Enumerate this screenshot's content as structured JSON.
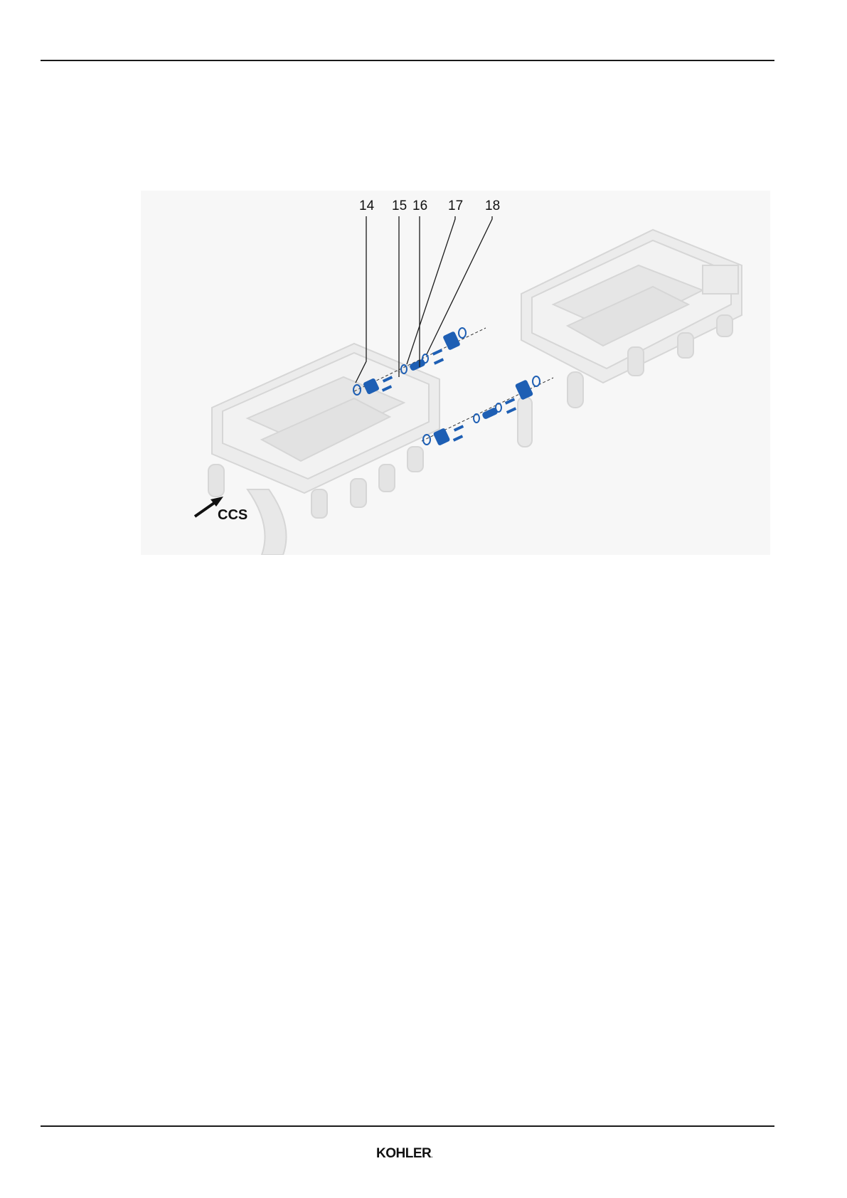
{
  "figure": {
    "callouts": [
      "14",
      "15",
      "16",
      "17",
      "18"
    ],
    "direction_label": "CCS",
    "colors": {
      "frame": "#eeeeee",
      "frame_edge": "#d8d8d8",
      "part_blue": "#1e5fb4",
      "leader": "#1a1a1a"
    }
  },
  "footer": {
    "logo_text": "KOHLER",
    "logo_mark": "."
  }
}
